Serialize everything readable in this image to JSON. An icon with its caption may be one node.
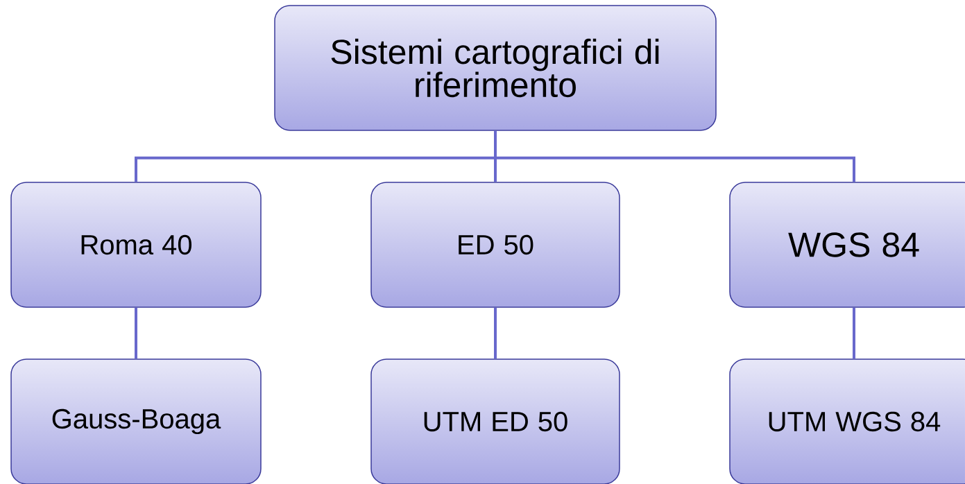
{
  "diagram": {
    "nodes": [
      {
        "text": [
          "Sistemi cartografici di riferimento"
        ]
      },
      {
        "text": [
          "Roma 40"
        ]
      },
      {
        "text": [
          "ED 50"
        ]
      },
      {
        "text": [
          "WGS 84"
        ]
      },
      {
        "text": [
          "Gauss-Boaga"
        ]
      },
      {
        "text": [
          "UTM ED 50"
        ]
      },
      {
        "text": [
          "UTM WGS 84"
        ]
      }
    ],
    "edges": [
      {
        "from": 0,
        "to": 1,
        "arrow": "none"
      },
      {
        "from": 0,
        "to": 2,
        "arrow": "none"
      },
      {
        "from": 0,
        "to": 3,
        "arrow": "none"
      },
      {
        "from": 1,
        "to": 4,
        "arrow": "none"
      },
      {
        "from": 2,
        "to": 5,
        "arrow": "none"
      },
      {
        "from": 3,
        "to": 6,
        "arrow": "none"
      }
    ]
  }
}
